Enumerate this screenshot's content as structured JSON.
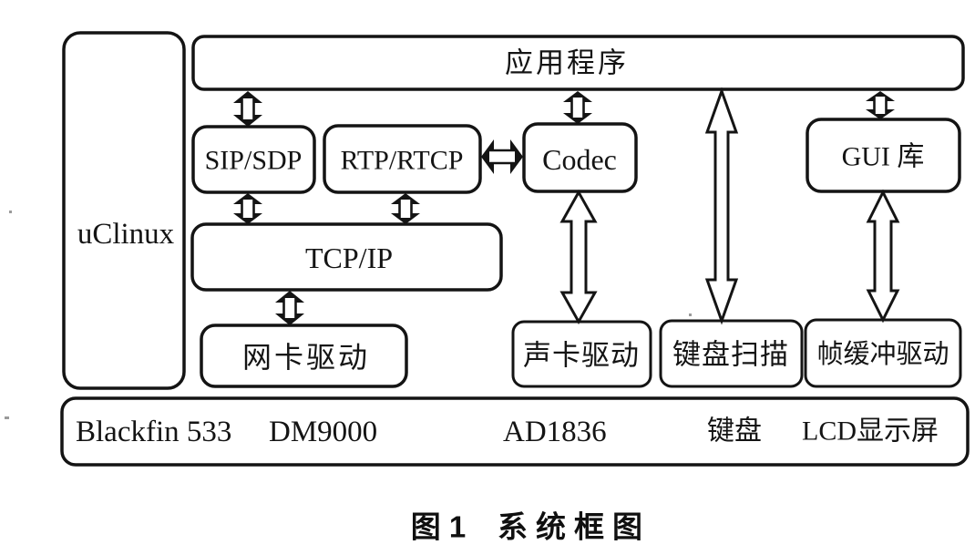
{
  "figure": {
    "caption": {
      "number": "图 1",
      "title": "系统框图"
    },
    "os": {
      "label": "uClinux"
    },
    "layers": {
      "app": {
        "label": "应用程序"
      },
      "sip": {
        "label": "SIP/SDP"
      },
      "rtp": {
        "label": "RTP/RTCP"
      },
      "codec": {
        "label": "Codec"
      },
      "gui": {
        "label": "GUI 库"
      },
      "tcp": {
        "label": "TCP/IP"
      },
      "nic_driver": {
        "label": "网卡驱动"
      },
      "sound_driver": {
        "label": "声卡驱动"
      },
      "keypad_scan": {
        "label": "键盘扫描"
      },
      "framebuffer_driver": {
        "label": "帧缓冲驱动"
      }
    },
    "hardware": {
      "cpu": "Blackfin 533",
      "ethernet_chip": "DM9000",
      "audio_chip": "AD1836",
      "keypad": "键盘",
      "lcd": "LCD显示屏"
    },
    "connections": [
      {
        "from": "应用程序",
        "to": "SIP/SDP",
        "type": "bidirectional"
      },
      {
        "from": "应用程序",
        "to": "Codec",
        "type": "bidirectional"
      },
      {
        "from": "应用程序",
        "to": "GUI 库",
        "type": "bidirectional"
      },
      {
        "from": "应用程序",
        "to": "键盘扫描",
        "type": "bidirectional"
      },
      {
        "from": "RTP/RTCP",
        "to": "Codec",
        "type": "bidirectional"
      },
      {
        "from": "SIP/SDP",
        "to": "TCP/IP",
        "type": "bidirectional"
      },
      {
        "from": "RTP/RTCP",
        "to": "TCP/IP",
        "type": "bidirectional"
      },
      {
        "from": "TCP/IP",
        "to": "网卡驱动",
        "type": "bidirectional"
      },
      {
        "from": "Codec",
        "to": "声卡驱动",
        "type": "bidirectional"
      },
      {
        "from": "GUI 库",
        "to": "帧缓冲驱动",
        "type": "bidirectional"
      }
    ],
    "colors": {
      "ink": "#141414",
      "paper": "#ffffff"
    }
  }
}
